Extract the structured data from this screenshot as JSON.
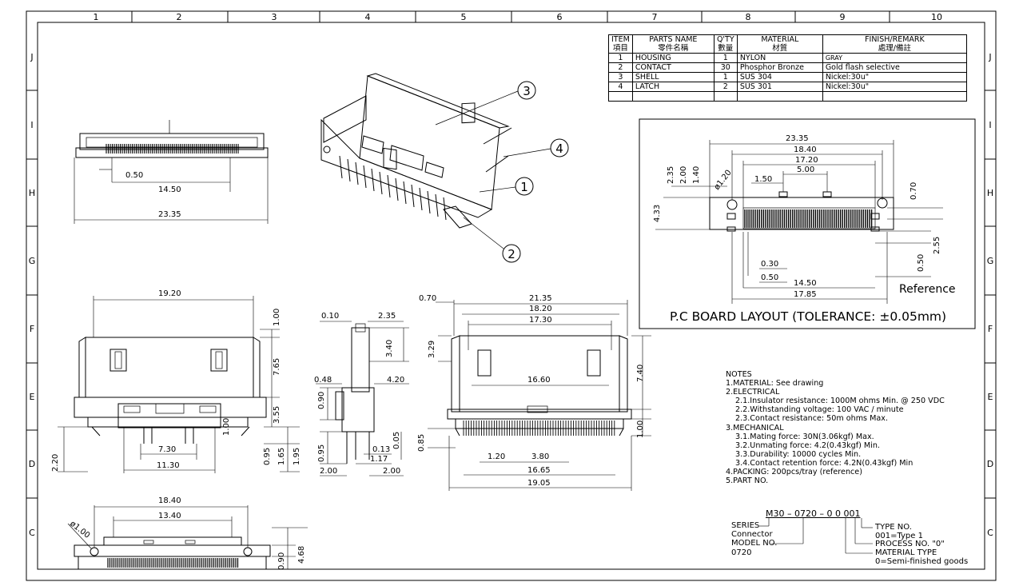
{
  "frame": {
    "columns": [
      "1",
      "2",
      "3",
      "4",
      "5",
      "6",
      "7",
      "8",
      "9",
      "10"
    ],
    "rows": [
      "J",
      "I",
      "H",
      "G",
      "F",
      "E",
      "D",
      "C"
    ]
  },
  "parts_table": {
    "headers": [
      {
        "en": "ITEM",
        "zh": "項目"
      },
      {
        "en": "PARTS NAME",
        "zh": "零件名稱"
      },
      {
        "en": "Q'TY",
        "zh": "數量"
      },
      {
        "en": "MATERIAL",
        "zh": "材質"
      },
      {
        "en": "FINISH/REMARK",
        "zh": "處理/備註"
      }
    ],
    "rows": [
      {
        "item": "1",
        "name": "HOUSING",
        "qty": "1",
        "material": "NYLON",
        "finish": "GRAY"
      },
      {
        "item": "2",
        "name": "CONTACT",
        "qty": "30",
        "material": "Phosphor Bronze",
        "finish": "Gold flash selective"
      },
      {
        "item": "3",
        "name": "SHELL",
        "qty": "1",
        "material": "SUS 304",
        "finish": "Nickel:30u\""
      },
      {
        "item": "4",
        "name": "LATCH",
        "qty": "2",
        "material": "SUS 301",
        "finish": "Nickel:30u\""
      }
    ]
  },
  "balloons": [
    "3",
    "4",
    "1",
    "2"
  ],
  "top_view": {
    "d1": "0.50",
    "d2": "14.50",
    "d3": "23.35"
  },
  "pcb_layout": {
    "title": "P.C BOARD LAYOUT (TOLERANCE: ±0.05mm)",
    "reference": "Reference",
    "dims": {
      "w1": "23.35",
      "w2": "18.40",
      "w3": "17.20",
      "w4": "5.00",
      "w5": "1.50",
      "h1": "2.35",
      "h2": "2.00",
      "h3": "1.40",
      "hole": "ø1.20",
      "h4": "4.33",
      "r1": "0.70",
      "r2": "2.55",
      "r3": "0.50",
      "b1": "0.30",
      "b2": "0.50",
      "b3": "14.50",
      "b4": "17.85"
    }
  },
  "front_view": {
    "d1": "19.20",
    "d2": "1.00",
    "d3": "7.65",
    "d4": "3.55",
    "d5": "1.00",
    "d6": "7.30",
    "d7": "11.30",
    "d8": "0.95",
    "d9": "1.65",
    "d10": "1.95",
    "d11": "2.20"
  },
  "side_view": {
    "d1": "0.10",
    "d2": "2.35",
    "d3": "3.40",
    "d4": "0.48",
    "d5": "4.20",
    "d6": "0.90",
    "d7": "0.95",
    "d8": "0.13",
    "d9": "1.17",
    "d10": "0.05",
    "d11": "2.00",
    "d12": "2.00"
  },
  "rear_view": {
    "d1": "0.70",
    "d2": "21.35",
    "d3": "18.20",
    "d4": "17.30",
    "d5": "3.29",
    "d6": "16.60",
    "d7": "7.40",
    "d8": "1.00",
    "d9": "0.85",
    "d10": "1.20",
    "d11": "3.80",
    "d12": "16.65",
    "d13": "19.05"
  },
  "bottom_view": {
    "d1": "18.40",
    "d2": "13.40",
    "d3": "ø1.00",
    "d4": "0.90",
    "d5": "4.68"
  },
  "notes": [
    "NOTES",
    "1.MATERIAL: See drawing",
    "2.ELECTRICAL",
    "2.1.Insulator resistance: 1000M ohms Min. @ 250 VDC",
    "2.2.Withstanding voltage: 100 VAC / minute",
    "2.3.Contact resistance: 50m ohms Max.",
    "3.MECHANICAL",
    "3.1.Mating force: 30N(3.06kgf) Max.",
    "3.2.Unmating force: 4.2(0.43kgf) Min.",
    "3.3.Durability: 10000 cycles Min.",
    "3.4.Contact retention force: 4.2N(0.43kgf) Min",
    "4.PACKING: 200pcs/tray (reference)",
    "5.PART NO."
  ],
  "part_no": {
    "code": "M30 – 0720 – 0 0 001",
    "series": "SERIES",
    "series_val": "Connector",
    "model": "MODEL NO.",
    "model_val": "0720",
    "type": "TYPE NO.",
    "type_val": "001=Type 1",
    "process": "PROCESS NO. \"0\"",
    "material": "MATERIAL TYPE",
    "material_val": "0=Semi-finished goods"
  }
}
